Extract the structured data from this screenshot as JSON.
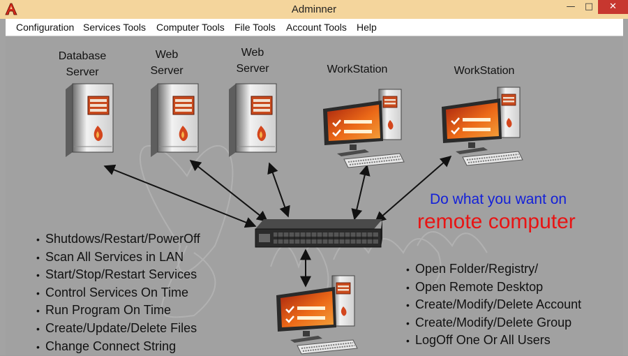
{
  "window": {
    "title": "Adminner",
    "controls": {
      "minimize": "—",
      "maximize": "□",
      "close": "✕"
    },
    "icon": "red-letter-a-icon"
  },
  "menu": [
    "Configuration",
    "Services Tools",
    "Computer Tools",
    "File Tools",
    "Account Tools",
    "Help"
  ],
  "diagram": {
    "nodes": [
      {
        "label": "Database Server",
        "icon": "server-tower-icon"
      },
      {
        "label": "Web Server",
        "icon": "server-tower-icon"
      },
      {
        "label": "Web Server",
        "icon": "server-tower-icon"
      },
      {
        "label": "WorkStation",
        "icon": "workstation-icon"
      },
      {
        "label": "WorkStation",
        "icon": "workstation-icon"
      },
      {
        "label": "",
        "icon": "workstation-icon"
      }
    ],
    "hub_icon": "network-switch-icon",
    "tagline_1": "Do what you want on",
    "tagline_2": "remote computer",
    "left_features": [
      "Shutdows/Restart/PowerOff",
      "Scan All Services in LAN",
      "Start/Stop/Restart Services",
      "Control Services On Time",
      "Run Program On Time",
      "Create/Update/Delete Files",
      "Change Connect String"
    ],
    "right_features": [
      "Open Folder/Registry/",
      "Open Remote Desktop",
      "Create/Modify/Delete Account",
      "Create/Modify/Delete Group",
      "LogOff One Or All Users"
    ]
  },
  "colors": {
    "titlebar": "#f4d59c",
    "background": "#a1a1a1",
    "accent": "#d3461d",
    "tagline_blue": "#1421d8",
    "tagline_red": "#e81414",
    "close_button": "#c7372f"
  }
}
